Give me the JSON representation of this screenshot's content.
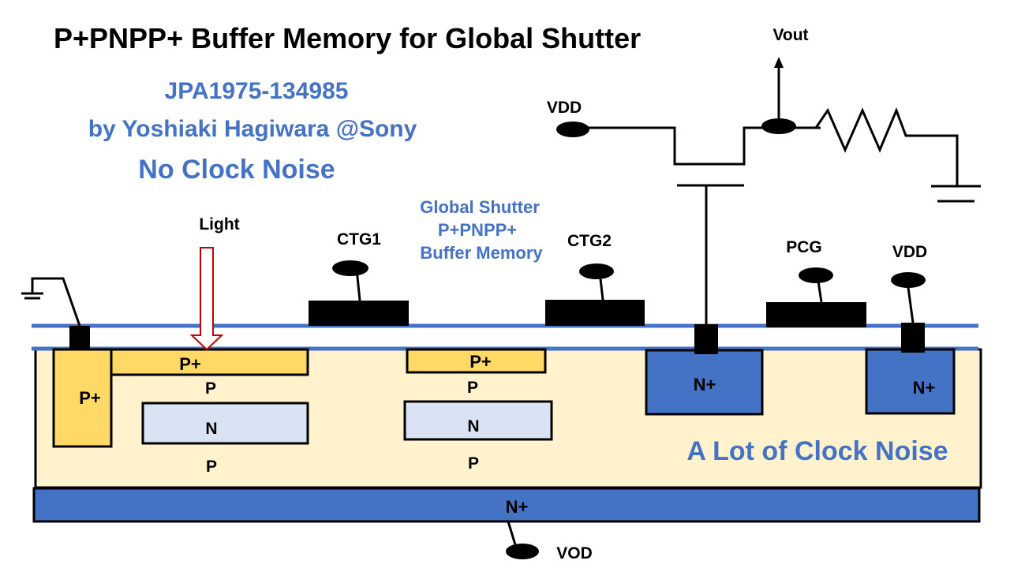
{
  "title": "P+PNPP+ Buffer Memory for Global Shutter",
  "patent": {
    "number": "JPA1975-134985",
    "author": "by Yoshiaki Hagiwara @Sony",
    "note": "No Clock Noise"
  },
  "center_note": {
    "line1": "Global Shutter",
    "line2": "P+PNPP+",
    "line3": "Buffer Memory"
  },
  "noise_note": "A Lot of Clock Noise",
  "terminals": {
    "vout": "Vout",
    "vdd_top": "VDD",
    "vdd_right": "VDD",
    "vod": "VOD"
  },
  "gates": {
    "ctg1": "CTG1",
    "ctg2": "CTG2",
    "pcg": "PCG"
  },
  "light": "Light",
  "regions": {
    "p_plus_contact": "P+",
    "pd_p_plus": "P+",
    "pd_p_upper": "P",
    "pd_n": "N",
    "pd_p_lower": "P",
    "mem_p_plus": "P+",
    "mem_p_upper": "P",
    "mem_n": "N",
    "mem_p_lower": "P",
    "fd_n_plus": "N+",
    "drain_n_plus": "N+",
    "substrate_n_plus": "N+"
  },
  "colors": {
    "blue_text": "#4472C4",
    "substrate": "#4472C4",
    "p_well": "#FFF2CC",
    "p_plus": "#FFD966",
    "n_region": "#DAE3F3",
    "oxide_line": "#4472C4",
    "light_arrow": "#C00000"
  }
}
